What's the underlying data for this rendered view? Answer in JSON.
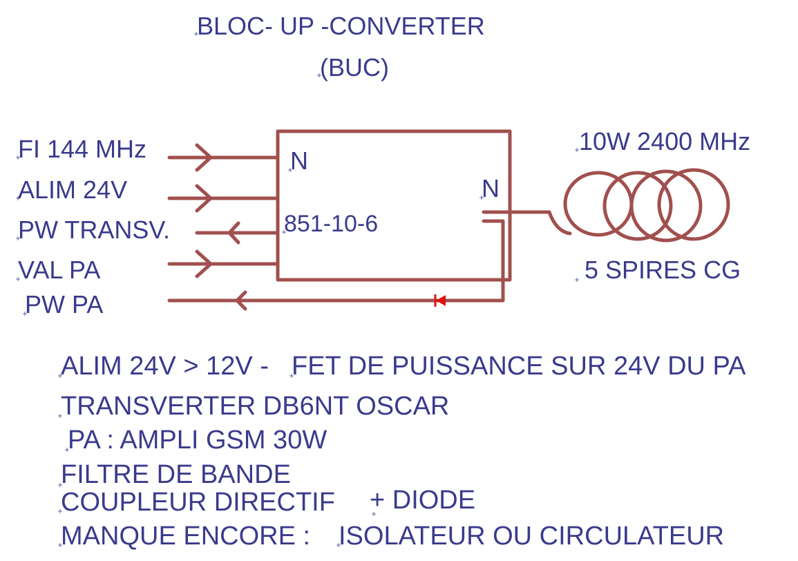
{
  "title": {
    "line1": "BLOC- UP -CONVERTER",
    "line2": "(BUC)"
  },
  "block": {
    "connector_in": "N",
    "connector_out": "N",
    "model": "851-10-6"
  },
  "ports": {
    "fi": "FI 144 MHz",
    "alim": "ALIM 24V",
    "pw_transv": "PW TRANSV.",
    "val_pa": "VAL PA",
    "pw_pa": "PW PA"
  },
  "antenna": {
    "power_freq": "10W 2400 MHz",
    "description": "5 SPIRES CG"
  },
  "notes": {
    "line1_a": "ALIM 24V > 12V - ",
    "line1_b": "FET DE PUISSANCE SUR 24V DU PA",
    "line2": "TRANSVERTER DB6NT OSCAR",
    "line3": "PA : AMPLI GSM 30W",
    "line4": "FILTRE DE BANDE",
    "line5_a": "COUPLEUR DIRECTIF",
    "line5_b": "+ DIODE",
    "line6_a": "MANQUE ENCORE : ",
    "line6_b": "ISOLATEUR OU CIRCULATEUR"
  },
  "colors": {
    "wire": "#a0504e",
    "text": "#3a3a8c",
    "diode": "#e01010"
  }
}
